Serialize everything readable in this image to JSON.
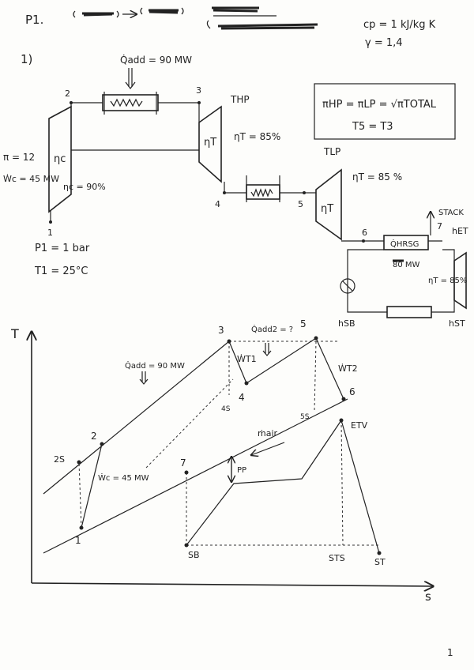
{
  "header": {
    "problem_label": "P1.",
    "given_cp": "cp = 1 kJ/kg K",
    "given_gamma": "γ = 1,4",
    "part_label": "1)"
  },
  "schematic": {
    "q_add": "Q̇add = 90 MW",
    "pressure_ratio": "π = 12",
    "compressor_power": "Ẇc = 45 MW",
    "compressor_eff": "ηc = 90%",
    "compressor_symbol": "ηc",
    "hp_turbine_symbol": "ηT",
    "hp_turbine_label": "THP",
    "hp_turbine_eff": "ηT = 85%",
    "lp_turbine_symbol": "ηT",
    "lp_turbine_label": "TLP",
    "lp_turbine_eff": "ηT = 85 %",
    "p1": "P1 = 1 bar",
    "t1": "T1 = 25°C",
    "relation_pressure": "πHP = πLP = √πTOTAL",
    "relation_temp": "T5 = T3",
    "stack": "STACK",
    "hrsg_label": "Q̇HRSG",
    "hrsg_value": "80 MW",
    "steam_turbine_eff": "ηT = 85%",
    "h_et": "hET",
    "h_sb": "hSB",
    "h_st": "hST",
    "state_labels": [
      "1",
      "2",
      "3",
      "4",
      "5",
      "6",
      "7"
    ]
  },
  "ts_diagram": {
    "y_axis": "T",
    "x_axis": "s",
    "q_add1": "Q̇add = 90 MW",
    "q_add2": "Q̇add2 = ?",
    "w_t1": "ẆT1",
    "w_t2": "ẆT2",
    "w_c": "Ẇc = 45 MW",
    "m_air": "ṁair",
    "pp": "PP",
    "points": {
      "p1": "1",
      "p2": "2",
      "p2s": "2S",
      "p3": "3",
      "p4": "4",
      "p4s": "4S",
      "p5": "5",
      "p6": "6",
      "p5s": "5S",
      "p7": "7",
      "etv": "ETV",
      "sb": "SB",
      "st": "ST",
      "sts": "STS"
    }
  },
  "footer": {
    "page_number": "1"
  }
}
